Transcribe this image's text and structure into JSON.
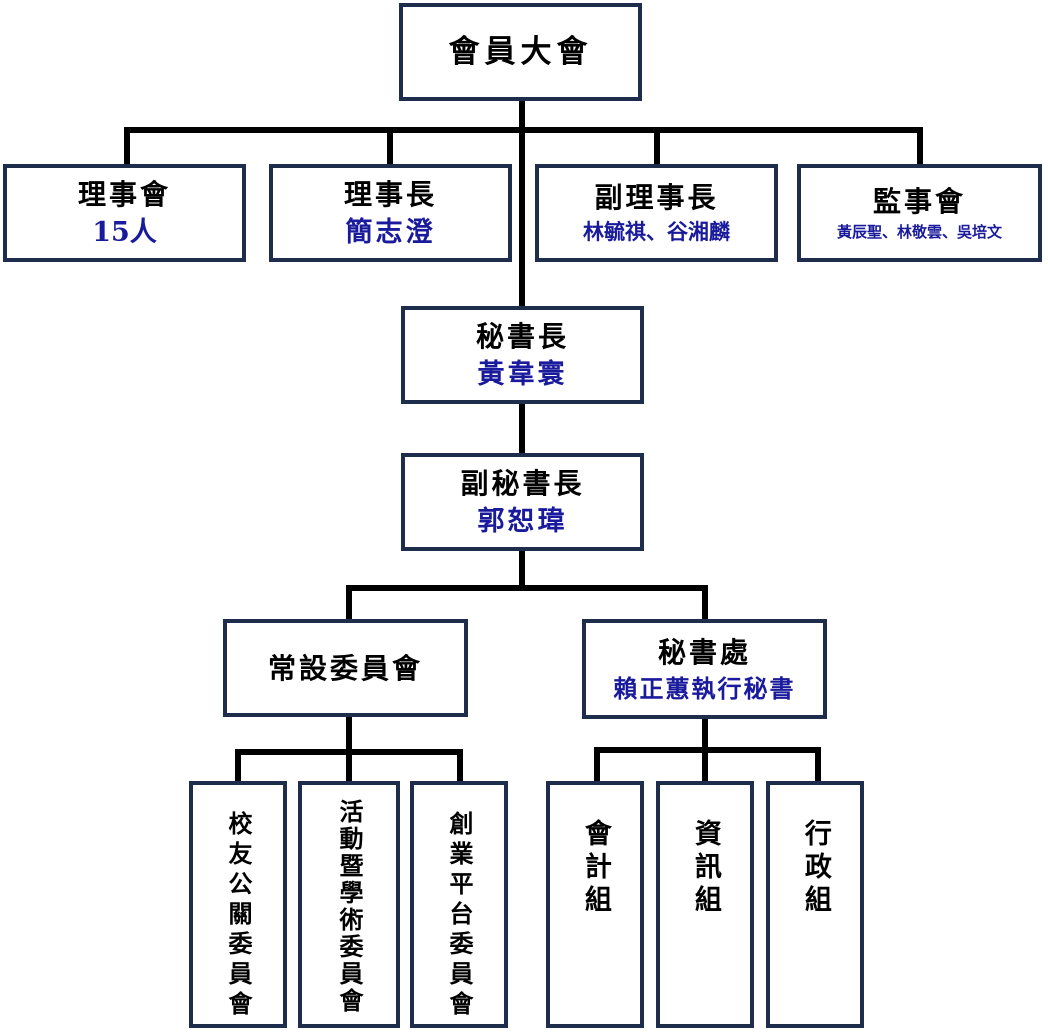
{
  "general_assembly": {
    "title": "會員大會"
  },
  "board": {
    "title": "理事會",
    "sub": "15人"
  },
  "chairman": {
    "title": "理事長",
    "sub": "簡志澄"
  },
  "vice_chairman": {
    "title": "副理事長",
    "sub": "林毓祺、谷湘麟"
  },
  "supervisors": {
    "title": "監事會",
    "sub": "黃辰聖、林敬雲、吳培文"
  },
  "secretary_general": {
    "title": "秘書長",
    "sub": "黃韋寰"
  },
  "deputy_secretary_general": {
    "title": "副秘書長",
    "sub": "郭恕瑋"
  },
  "standing_committees": {
    "title": "常設委員會"
  },
  "secretariat": {
    "title": "秘書處",
    "sub": "賴正蕙執行秘書"
  },
  "committees": [
    {
      "title": "校友公關委員會"
    },
    {
      "title": "活動暨學術委員會"
    },
    {
      "title": "創業平台委員會"
    }
  ],
  "groups": [
    {
      "title": "會計組"
    },
    {
      "title": "資訊組"
    },
    {
      "title": "行政組"
    }
  ],
  "colors": {
    "border": "#1f2d4d",
    "name_text": "#1a1a9c",
    "line": "#000000"
  }
}
